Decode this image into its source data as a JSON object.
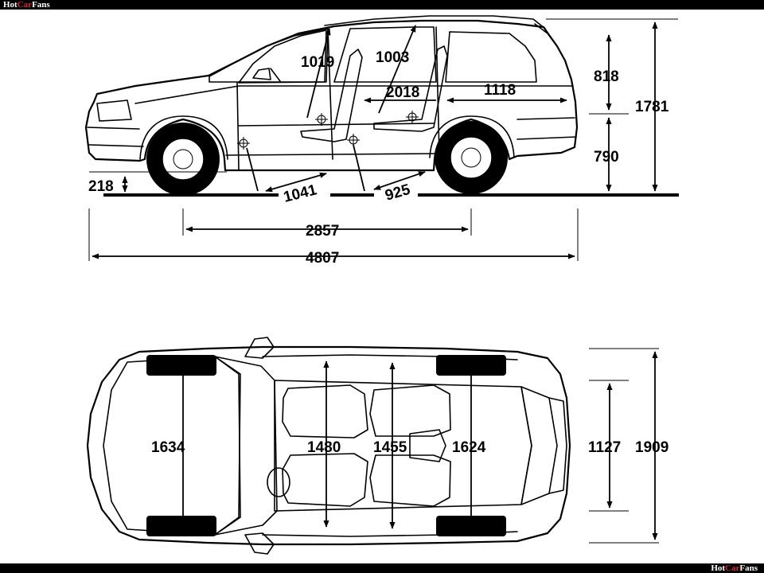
{
  "watermark": {
    "brand_part1": "Hot",
    "brand_part2": "Car",
    "brand_part3": "Fans"
  },
  "colors": {
    "background": "#ffffff",
    "lines": "#000000",
    "bars": "#000000",
    "brand_accent": "#d8262c"
  },
  "side_view": {
    "dims": {
      "headroom_front": "1019",
      "headroom_rear": "1003",
      "interior_length": "2018",
      "cargo_length": "1118",
      "legroom_front": "1041",
      "legroom_rear": "925",
      "ground_clearance": "218",
      "wheelbase": "2857",
      "overall_length": "4807",
      "upper_height": "818",
      "lower_height": "790",
      "overall_height": "1781"
    }
  },
  "top_view": {
    "dims": {
      "front_track": "1634",
      "front_shoulder": "1480",
      "rear_shoulder": "1455",
      "rear_track": "1624",
      "cargo_width": "1127",
      "overall_width": "1909"
    }
  }
}
